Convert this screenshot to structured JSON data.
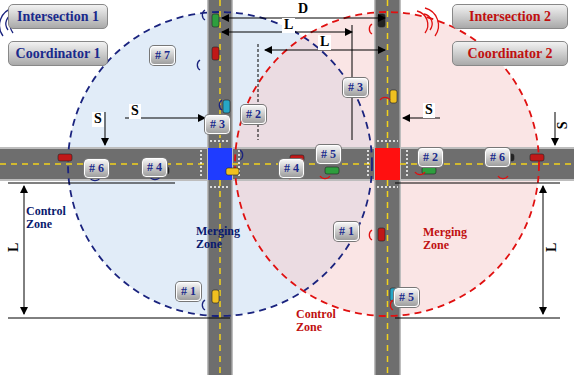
{
  "diagram": {
    "nodes": [
      {
        "text": [
          "Intersection 1"
        ]
      },
      {
        "text": [
          "Coordinator 1"
        ]
      },
      {
        "text": [
          "Intersection 2"
        ]
      },
      {
        "text": [
          "Coordinator 2"
        ]
      }
    ],
    "labels": [
      "D",
      "L",
      "L",
      "S",
      "S",
      "S",
      "S",
      "L",
      "L",
      "# 7",
      "# 2",
      "# 3",
      "# 6",
      "# 4",
      "# 1",
      "# 3",
      "# 4",
      "# 5",
      "# 2",
      "# 6",
      "# 1",
      "# 5",
      "Control Zone",
      "Merging Zone",
      "Control Zone",
      "Merging Zone"
    ]
  }
}
